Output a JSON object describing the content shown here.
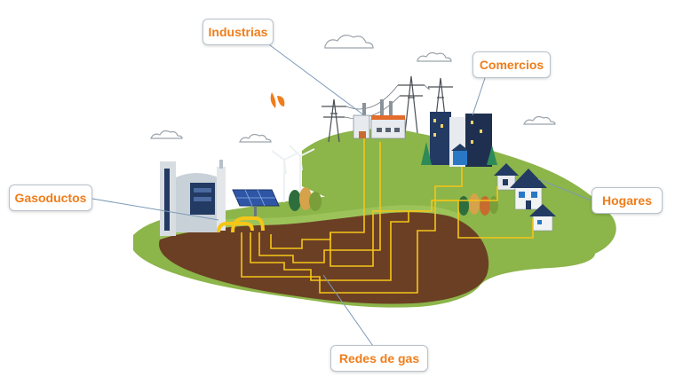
{
  "theme": {
    "label_color": "#f07d1a",
    "pipe_color": "#f5c518",
    "grass_color": "#8cb54a",
    "soil_color": "#6b3f24",
    "building_color": "#233a63"
  },
  "labels": {
    "industrias": "Industrias",
    "comercios": "Comercios",
    "gasoductos": "Gasoductos",
    "hogares": "Hogares",
    "redes": "Redes de gas"
  },
  "icons": [
    "cloud-icon",
    "butterfly-icon",
    "power-tower-icon",
    "factory-icon",
    "office-building-icon",
    "wind-turbine-icon",
    "solar-panel-icon",
    "house-icon",
    "tree-icon",
    "gas-plant-icon",
    "gas-pipe-icon"
  ]
}
